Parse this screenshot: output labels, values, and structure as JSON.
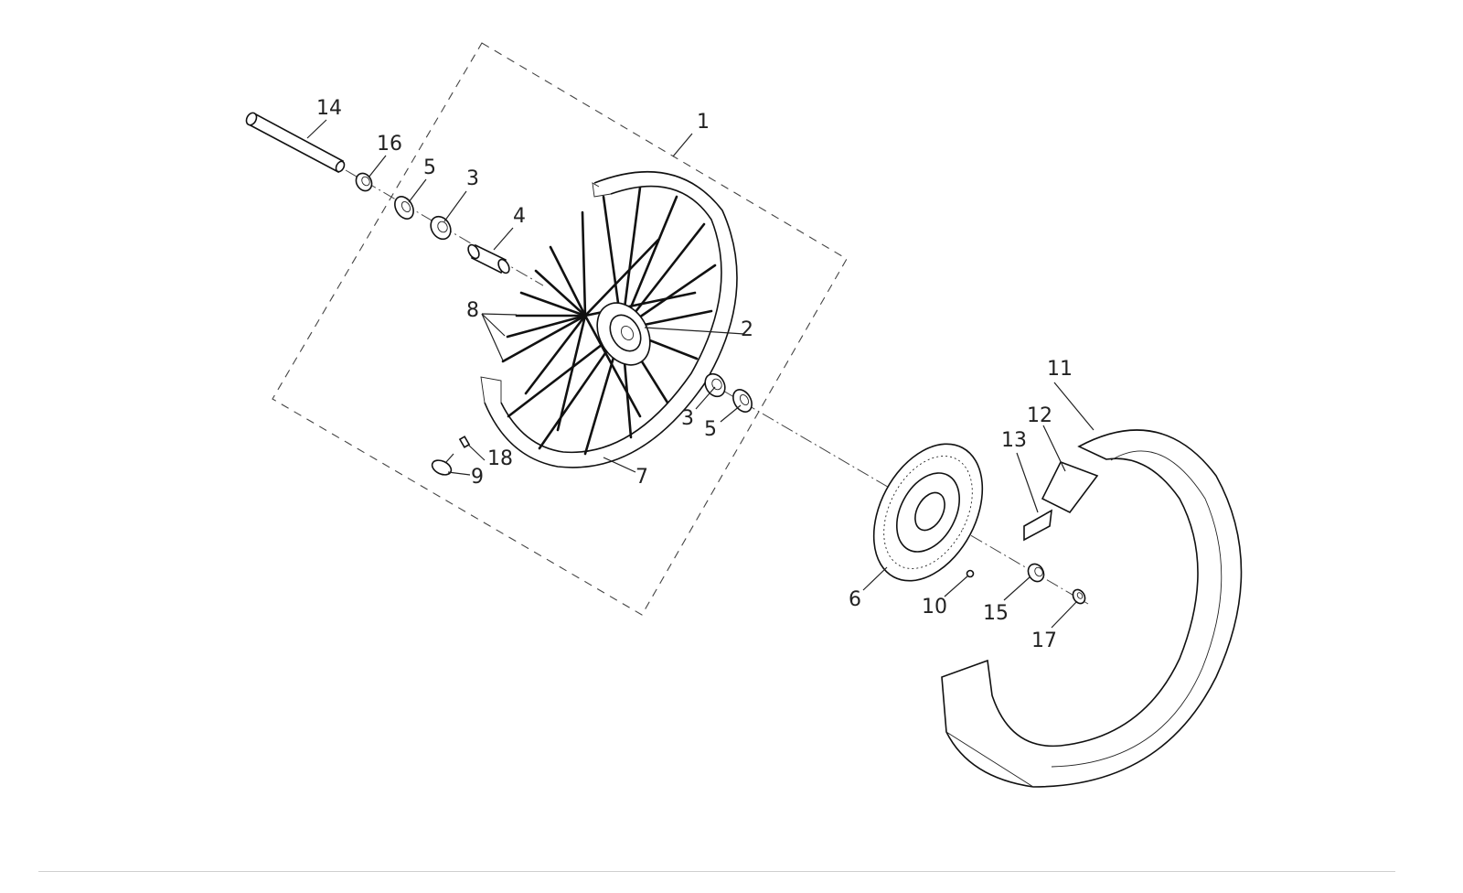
{
  "diagram": {
    "callouts": {
      "c1": "1",
      "c2": "2",
      "c3a": "3",
      "c3b": "3",
      "c4": "4",
      "c5a": "5",
      "c5b": "5",
      "c6": "6",
      "c7": "7",
      "c8": "8",
      "c9": "9",
      "c10": "10",
      "c11": "11",
      "c12": "12",
      "c13": "13",
      "c14": "14",
      "c15": "15",
      "c16": "16",
      "c17": "17",
      "c18": "18"
    }
  }
}
